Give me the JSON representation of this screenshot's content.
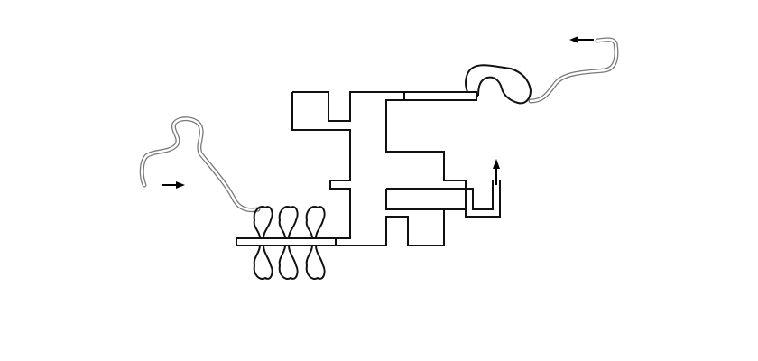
{
  "map": {
    "colors": {
      "background": "#ffffff",
      "wall": "#111111",
      "tunnel": "#7a7a7a",
      "arrow": "#000000"
    },
    "features": [
      "entrance-tunnel-west",
      "exit-tunnel-northeast",
      "chamber-cluster",
      "corridor-network",
      "cave-chamber-northeast"
    ],
    "arrows": [
      {
        "name": "entrance-arrow",
        "direction": "east"
      },
      {
        "name": "exit-arrow",
        "direction": "west"
      },
      {
        "name": "up-arrow",
        "direction": "north"
      }
    ]
  }
}
